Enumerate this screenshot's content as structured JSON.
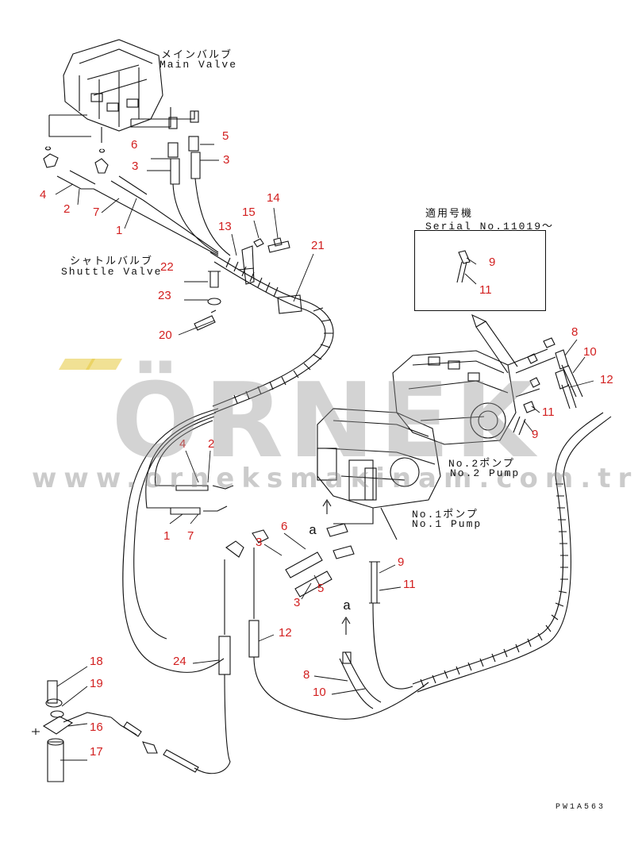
{
  "labels": {
    "main_valve_jp": "メインバルブ",
    "main_valve_en": "Main Valve",
    "shuttle_valve_jp": "シャトルバルブ",
    "shuttle_valve_en": "Shuttle Valve",
    "serial_jp": "適用号機",
    "serial_en": "Serial No.11019～",
    "pump2_jp": "No.2ポンプ",
    "pump2_en": "No.2 Pump",
    "pump1_jp": "No.1ポンプ",
    "pump1_en": "No.1 Pump",
    "view_a_1": "a",
    "view_a_2": "a",
    "drawing_code": "PW1A563"
  },
  "watermark": {
    "logo": "ÖRNEK",
    "url": "www.orneksmakinam.com.tr"
  },
  "callouts": [
    {
      "id": "c-4a",
      "text": "4"
    },
    {
      "id": "c-2a",
      "text": "2"
    },
    {
      "id": "c-7a",
      "text": "7"
    },
    {
      "id": "c-1a",
      "text": "1"
    },
    {
      "id": "c-6a",
      "text": "6"
    },
    {
      "id": "c-3a",
      "text": "3"
    },
    {
      "id": "c-5a",
      "text": "5"
    },
    {
      "id": "c-3b",
      "text": "3"
    },
    {
      "id": "c-13",
      "text": "13"
    },
    {
      "id": "c-15",
      "text": "15"
    },
    {
      "id": "c-14",
      "text": "14"
    },
    {
      "id": "c-21",
      "text": "21"
    },
    {
      "id": "c-22",
      "text": "22"
    },
    {
      "id": "c-23",
      "text": "23"
    },
    {
      "id": "c-20",
      "text": "20"
    },
    {
      "id": "c-9a",
      "text": "9"
    },
    {
      "id": "c-11a",
      "text": "11"
    },
    {
      "id": "c-8a",
      "text": "8"
    },
    {
      "id": "c-10a",
      "text": "10"
    },
    {
      "id": "c-12a",
      "text": "12"
    },
    {
      "id": "c-11b",
      "text": "11"
    },
    {
      "id": "c-9b",
      "text": "9"
    },
    {
      "id": "c-4b",
      "text": "4"
    },
    {
      "id": "c-2b",
      "text": "2"
    },
    {
      "id": "c-1b",
      "text": "1"
    },
    {
      "id": "c-7b",
      "text": "7"
    },
    {
      "id": "c-6b",
      "text": "6"
    },
    {
      "id": "c-3c",
      "text": "3"
    },
    {
      "id": "c-5b",
      "text": "5"
    },
    {
      "id": "c-3d",
      "text": "3"
    },
    {
      "id": "c-9c",
      "text": "9"
    },
    {
      "id": "c-11c",
      "text": "11"
    },
    {
      "id": "c-12b",
      "text": "12"
    },
    {
      "id": "c-24",
      "text": "24"
    },
    {
      "id": "c-8b",
      "text": "8"
    },
    {
      "id": "c-10b",
      "text": "10"
    },
    {
      "id": "c-18",
      "text": "18"
    },
    {
      "id": "c-19",
      "text": "19"
    },
    {
      "id": "c-16",
      "text": "16"
    },
    {
      "id": "c-17",
      "text": "17"
    }
  ]
}
